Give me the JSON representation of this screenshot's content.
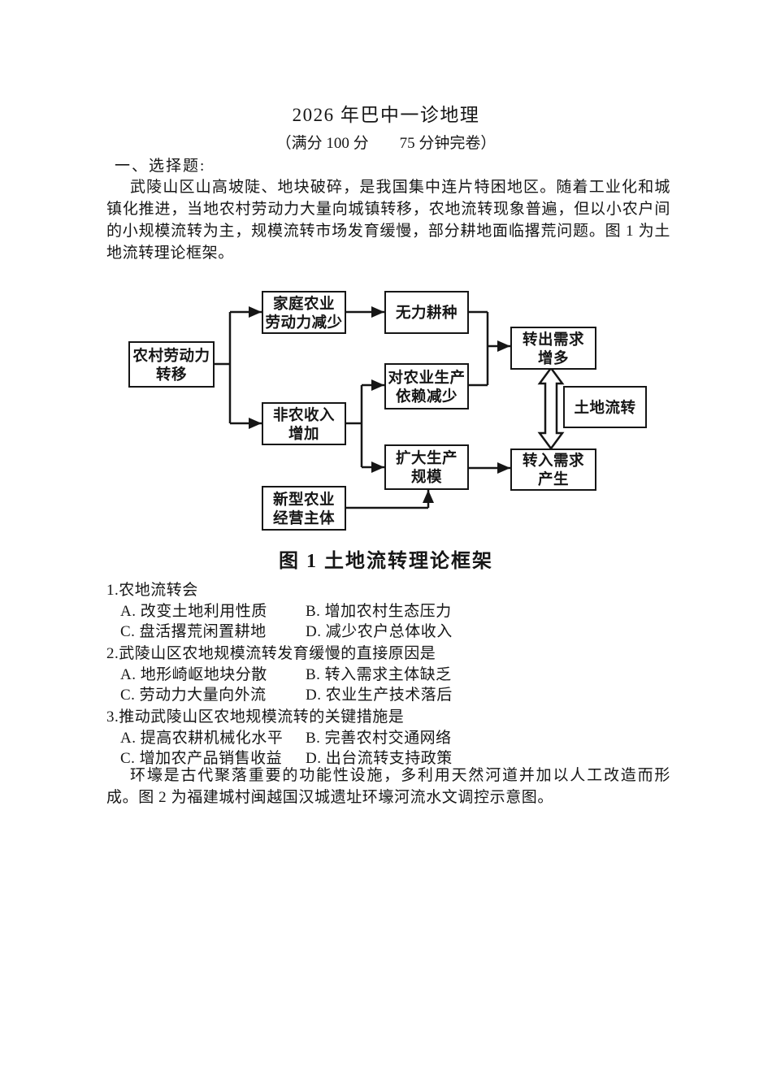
{
  "page": {
    "title": "2026 年巴中一诊地理",
    "subtitle": "（满分 100 分        75 分钟完卷）",
    "section_heading": "一、选择题:",
    "intro_paragraph": "武陵山区山高坡陡、地块破碎，是我国集中连片特困地区。随着工业化和城镇化推进，当地农村劳动力大量向城镇转移，农地流转现象普遍，但以小农户间的小规模流转为主，规模流转市场发育缓慢，部分耕地面临撂荒问题。图 1 为土地流转理论框架。",
    "closing_paragraph": "环壕是古代聚落重要的功能性设施，多利用天然河道并加以人工改造而形成。图 2 为福建城村闽越国汉城遗址环壕河流水文调控示意图。"
  },
  "figure": {
    "caption": "图 1  土地流转理论框架",
    "nodes": {
      "rural_labor": "农村劳动力\n转移",
      "family_labor_decline": "家庭农业\n劳动力减少",
      "nonfarm_income": "非农收入\n增加",
      "new_agri_entities": "新型农业\n经营主体",
      "unable_to_farm": "无力耕种",
      "reliance_decline": "对农业生产\n依赖减少",
      "expand_scale": "扩大生产\n规模",
      "transfer_out_demand": "转出需求\n增多",
      "land_transfer": "土地流转",
      "transfer_in_demand": "转入需求\n产生"
    }
  },
  "questions": [
    {
      "stem": "1.农地流转会",
      "options": [
        "A. 改变土地利用性质",
        "B. 增加农村生态压力",
        "C. 盘活撂荒闲置耕地",
        "D. 减少农户总体收入"
      ]
    },
    {
      "stem": "2.武陵山区农地规模流转发育缓慢的直接原因是",
      "options": [
        "A. 地形崎岖地块分散",
        "B. 转入需求主体缺乏",
        "C. 劳动力大量向外流",
        "D. 农业生产技术落后"
      ]
    },
    {
      "stem": "3.推动武陵山区农地规模流转的关键措施是",
      "options": [
        "A. 提高农耕机械化水平",
        "B. 完善农村交通网络",
        "C. 增加农产品销售收益",
        "D. 出台流转支持政策"
      ]
    }
  ]
}
